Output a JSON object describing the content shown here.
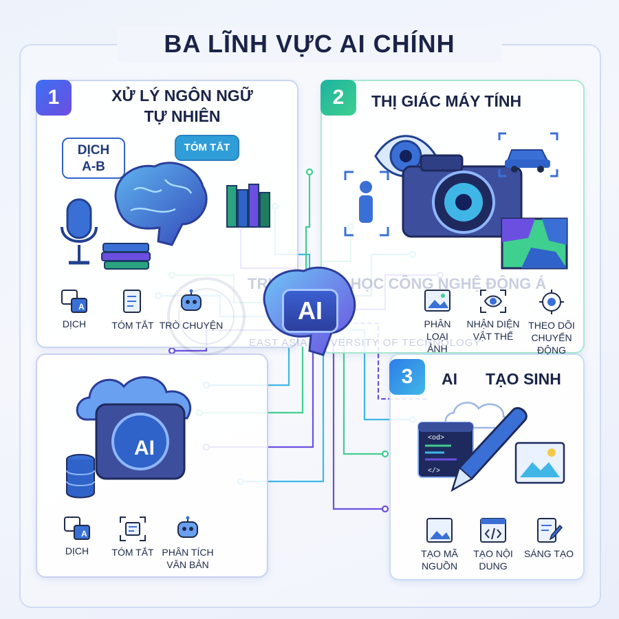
{
  "title": "BA LĨNH VỰC AI CHÍNH",
  "center_label": "AI",
  "watermark": {
    "line1": "TRƯỜNG ĐẠI HỌC CÔNG NGHỆ ĐÔNG Á",
    "line2": "EAST ASIA UNIVERSITY OF TECHNOLOGY"
  },
  "panels": {
    "nlp": {
      "number": "1",
      "title_line1": "XỬ LÝ NGÔN NGỮ",
      "title_line2": "TỰ NHIÊN",
      "bubble_translate_1": "DỊCH",
      "bubble_translate_2": "A-B",
      "bubble_summary": "TÓM TẮT",
      "features": [
        {
          "label": "DỊCH",
          "icon": "translate-icon"
        },
        {
          "label": "TÓM TẮT",
          "icon": "document-icon"
        },
        {
          "label": "TRÒ CHUYỆN",
          "icon": "robot-icon"
        }
      ]
    },
    "cv": {
      "number": "2",
      "title": "THỊ GIÁC MÁY TÍNH",
      "features": [
        {
          "label_1": "PHÂN",
          "label_2": "LOẠI ẢNH",
          "icon": "image-icon"
        },
        {
          "label_1": "NHẬN DIỆN",
          "label_2": "VẬT THỂ",
          "icon": "eye-scan-icon"
        },
        {
          "label_1": "THEO DÕI",
          "label_2": "CHUYỂN ĐỘNG",
          "icon": "target-icon"
        }
      ]
    },
    "gen": {
      "number": "3",
      "title_a": "AI",
      "title_b": "TẠO SINH",
      "code_tag": "<od>",
      "code_tag_2": "</>",
      "features": [
        {
          "label_1": "TẠO MÃ",
          "label_2": "NGUỒN",
          "icon": "image-frame-icon"
        },
        {
          "label_1": "TẠO NỘI",
          "label_2": "DUNG",
          "icon": "code-window-icon"
        },
        {
          "label_1": "SÁNG TẠO",
          "label_2": "",
          "icon": "edit-document-icon"
        }
      ]
    },
    "ml": {
      "chip_label": "AI",
      "features": [
        {
          "label_1": "DỊCH",
          "label_2": "",
          "icon": "translate-icon"
        },
        {
          "label_1": "TÓM TẮT",
          "label_2": "",
          "icon": "summary-frame-icon"
        },
        {
          "label_1": "PHÂN TÍCH",
          "label_2": "VĂN BẢN",
          "icon": "robot-icon"
        }
      ]
    }
  },
  "colors": {
    "navy": "#1b2447",
    "blue": "#2f63c9",
    "teal": "#1db3a0",
    "purple": "#6b4fe0",
    "circuit_green": "#3fcf8f"
  }
}
